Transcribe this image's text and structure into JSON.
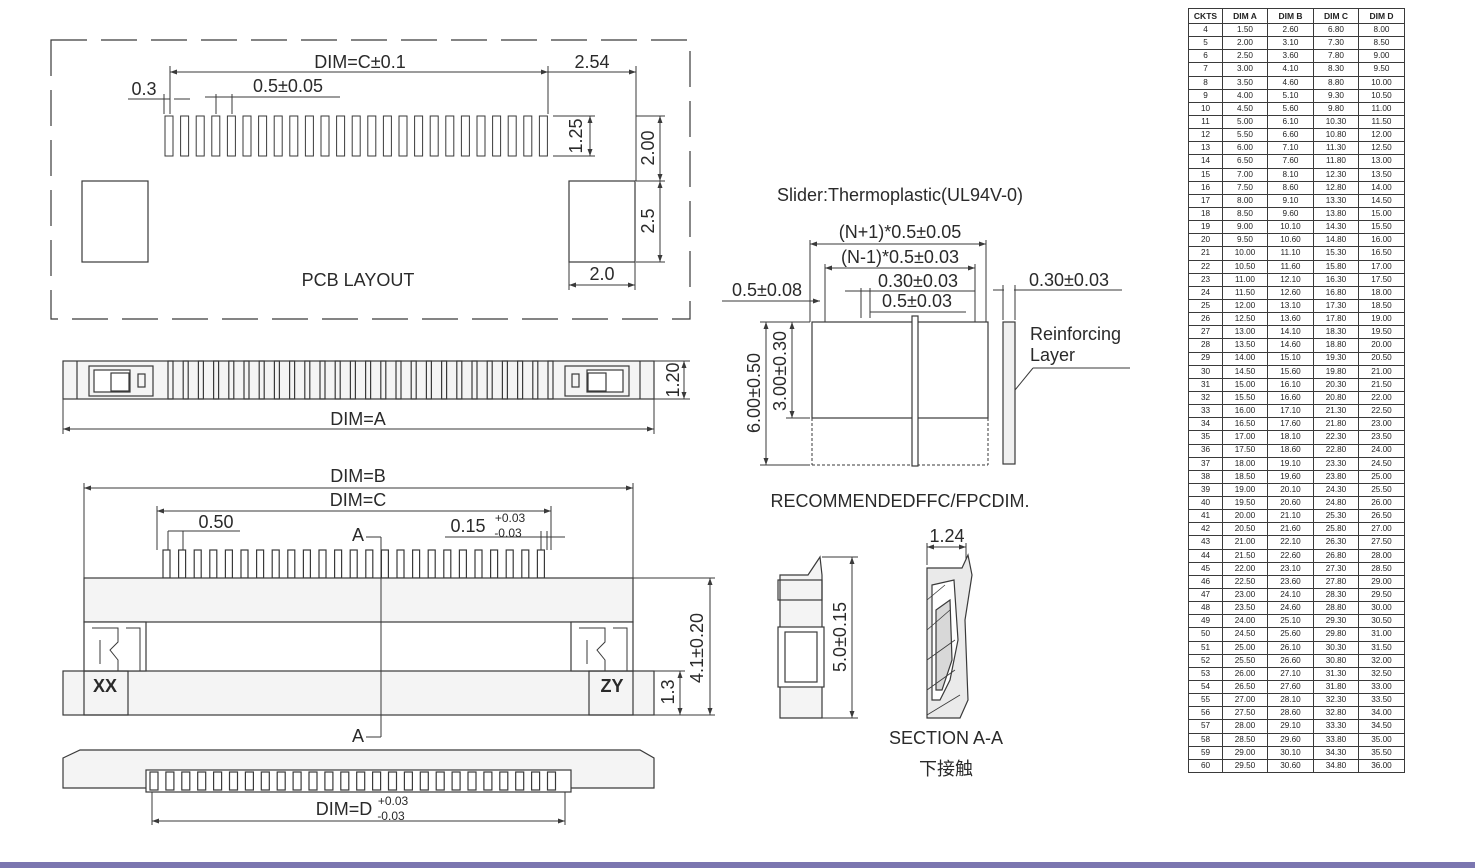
{
  "labels": {
    "pcb_dim_c": "DIM=C±0.1",
    "pcb_pitch_2_54": "2.54",
    "pcb_0_3": "0.3",
    "pcb_pitch": "0.5±0.05",
    "pcb_1_25": "1.25",
    "pcb_2_00": "2.00",
    "pcb_2_5": "2.5",
    "pcb_2_0": "2.0",
    "pcb_layout_title": "PCB LAYOUT",
    "top_1_20": "1.20",
    "top_dim_a": "DIM=A",
    "front_dim_b": "DIM=B",
    "front_dim_c": "DIM=C",
    "front_0_50": "0.50",
    "front_tol_base": "0.15",
    "front_tol_plus": "+0.03",
    "front_tol_minus": "-0.03",
    "section_a_top": "A",
    "section_a_bottom": "A",
    "front_4_1": "4.1±0.20",
    "front_1_3": "1.3",
    "mark_xx": "XX",
    "mark_zy": "ZY",
    "bottom_dim_d_base": "DIM=D",
    "bottom_dim_d_plus": "+0.03",
    "bottom_dim_d_minus": "-0.03",
    "slider_note": "Slider:Thermoplastic(UL94V-0)",
    "ffc_n_plus_1": "(N+1)*0.5±0.05",
    "ffc_n_minus_1": "(N-1)*0.5±0.03",
    "ffc_0_30_inner": "0.30±0.03",
    "ffc_0_5": "0.5±0.03",
    "ffc_0_5_left": "0.5±0.08",
    "ffc_0_30_right": "0.30±0.03",
    "ffc_reinforcing_1": "Reinforcing",
    "ffc_reinforcing_2": "Layer",
    "ffc_6_00": "6.00±0.50",
    "ffc_3_00": "3.00±0.30",
    "ffc_title": "RECOMMENDEDFFC/FPCDIM.",
    "side_5_0": "5.0±0.15",
    "section_1_24": "1.24",
    "section_title": "SECTION A-A",
    "section_subtitle": "下接触"
  },
  "table": {
    "headers": [
      "CKTS",
      "DIM A",
      "DIM B",
      "DIM C",
      "DIM D"
    ],
    "rows": [
      [
        "4",
        "1.50",
        "2.60",
        "6.80",
        "8.00"
      ],
      [
        "5",
        "2.00",
        "3.10",
        "7.30",
        "8.50"
      ],
      [
        "6",
        "2.50",
        "3.60",
        "7.80",
        "9.00"
      ],
      [
        "7",
        "3.00",
        "4.10",
        "8.30",
        "9.50"
      ],
      [
        "8",
        "3.50",
        "4.60",
        "8.80",
        "10.00"
      ],
      [
        "9",
        "4.00",
        "5.10",
        "9.30",
        "10.50"
      ],
      [
        "10",
        "4.50",
        "5.60",
        "9.80",
        "11.00"
      ],
      [
        "11",
        "5.00",
        "6.10",
        "10.30",
        "11.50"
      ],
      [
        "12",
        "5.50",
        "6.60",
        "10.80",
        "12.00"
      ],
      [
        "13",
        "6.00",
        "7.10",
        "11.30",
        "12.50"
      ],
      [
        "14",
        "6.50",
        "7.60",
        "11.80",
        "13.00"
      ],
      [
        "15",
        "7.00",
        "8.10",
        "12.30",
        "13.50"
      ],
      [
        "16",
        "7.50",
        "8.60",
        "12.80",
        "14.00"
      ],
      [
        "17",
        "8.00",
        "9.10",
        "13.30",
        "14.50"
      ],
      [
        "18",
        "8.50",
        "9.60",
        "13.80",
        "15.00"
      ],
      [
        "19",
        "9.00",
        "10.10",
        "14.30",
        "15.50"
      ],
      [
        "20",
        "9.50",
        "10.60",
        "14.80",
        "16.00"
      ],
      [
        "21",
        "10.00",
        "11.10",
        "15.30",
        "16.50"
      ],
      [
        "22",
        "10.50",
        "11.60",
        "15.80",
        "17.00"
      ],
      [
        "23",
        "11.00",
        "12.10",
        "16.30",
        "17.50"
      ],
      [
        "24",
        "11.50",
        "12.60",
        "16.80",
        "18.00"
      ],
      [
        "25",
        "12.00",
        "13.10",
        "17.30",
        "18.50"
      ],
      [
        "26",
        "12.50",
        "13.60",
        "17.80",
        "19.00"
      ],
      [
        "27",
        "13.00",
        "14.10",
        "18.30",
        "19.50"
      ],
      [
        "28",
        "13.50",
        "14.60",
        "18.80",
        "20.00"
      ],
      [
        "29",
        "14.00",
        "15.10",
        "19.30",
        "20.50"
      ],
      [
        "30",
        "14.50",
        "15.60",
        "19.80",
        "21.00"
      ],
      [
        "31",
        "15.00",
        "16.10",
        "20.30",
        "21.50"
      ],
      [
        "32",
        "15.50",
        "16.60",
        "20.80",
        "22.00"
      ],
      [
        "33",
        "16.00",
        "17.10",
        "21.30",
        "22.50"
      ],
      [
        "34",
        "16.50",
        "17.60",
        "21.80",
        "23.00"
      ],
      [
        "35",
        "17.00",
        "18.10",
        "22.30",
        "23.50"
      ],
      [
        "36",
        "17.50",
        "18.60",
        "22.80",
        "24.00"
      ],
      [
        "37",
        "18.00",
        "19.10",
        "23.30",
        "24.50"
      ],
      [
        "38",
        "18.50",
        "19.60",
        "23.80",
        "25.00"
      ],
      [
        "39",
        "19.00",
        "20.10",
        "24.30",
        "25.50"
      ],
      [
        "40",
        "19.50",
        "20.60",
        "24.80",
        "26.00"
      ],
      [
        "41",
        "20.00",
        "21.10",
        "25.30",
        "26.50"
      ],
      [
        "42",
        "20.50",
        "21.60",
        "25.80",
        "27.00"
      ],
      [
        "43",
        "21.00",
        "22.10",
        "26.30",
        "27.50"
      ],
      [
        "44",
        "21.50",
        "22.60",
        "26.80",
        "28.00"
      ],
      [
        "45",
        "22.00",
        "23.10",
        "27.30",
        "28.50"
      ],
      [
        "46",
        "22.50",
        "23.60",
        "27.80",
        "29.00"
      ],
      [
        "47",
        "23.00",
        "24.10",
        "28.30",
        "29.50"
      ],
      [
        "48",
        "23.50",
        "24.60",
        "28.80",
        "30.00"
      ],
      [
        "49",
        "24.00",
        "25.10",
        "29.30",
        "30.50"
      ],
      [
        "50",
        "24.50",
        "25.60",
        "29.80",
        "31.00"
      ],
      [
        "51",
        "25.00",
        "26.10",
        "30.30",
        "31.50"
      ],
      [
        "52",
        "25.50",
        "26.60",
        "30.80",
        "32.00"
      ],
      [
        "53",
        "26.00",
        "27.10",
        "31.30",
        "32.50"
      ],
      [
        "54",
        "26.50",
        "27.60",
        "31.80",
        "33.00"
      ],
      [
        "55",
        "27.00",
        "28.10",
        "32.30",
        "33.50"
      ],
      [
        "56",
        "27.50",
        "28.60",
        "32.80",
        "34.00"
      ],
      [
        "57",
        "28.00",
        "29.10",
        "33.30",
        "34.50"
      ],
      [
        "58",
        "28.50",
        "29.60",
        "33.80",
        "35.00"
      ],
      [
        "59",
        "29.00",
        "30.10",
        "34.30",
        "35.50"
      ],
      [
        "60",
        "29.50",
        "30.60",
        "34.80",
        "36.00"
      ]
    ]
  },
  "colors": {
    "line": "#3a3a3a",
    "text": "#2a2a2a",
    "accent_bar": "#7b76b0",
    "body_fill": "#ededed"
  }
}
